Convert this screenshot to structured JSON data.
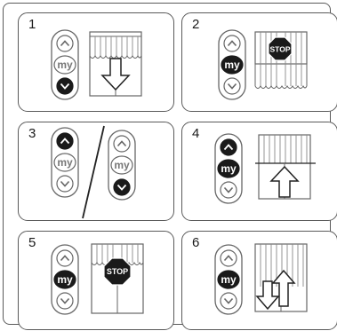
{
  "steps": [
    {
      "number": "1",
      "remote": {
        "highlight": "down"
      },
      "blind": {
        "state": "lowering"
      }
    },
    {
      "number": "2",
      "remote": {
        "highlight": "my"
      },
      "blind": {
        "state": "stop"
      }
    },
    {
      "number": "3",
      "remotes": [
        {
          "highlight": "up"
        },
        {
          "highlight": "down"
        }
      ]
    },
    {
      "number": "4",
      "remote": {
        "highlight": "up+my"
      },
      "blind": {
        "state": "raising"
      }
    },
    {
      "number": "5",
      "remote": {
        "highlight": "my"
      },
      "blind": {
        "state": "stop"
      }
    },
    {
      "number": "6",
      "remote": {
        "highlight": "my"
      },
      "blind": {
        "state": "down-up"
      }
    }
  ],
  "labels": {
    "my": "my",
    "stop": "STOP"
  },
  "icons": [
    "up-arrow-icon",
    "down-arrow-icon",
    "stop-sign-icon",
    "blind-icon"
  ],
  "colors": {
    "outline": "#5a5a5a",
    "active": "#1a1a1a",
    "inactive": "#ffffff"
  }
}
